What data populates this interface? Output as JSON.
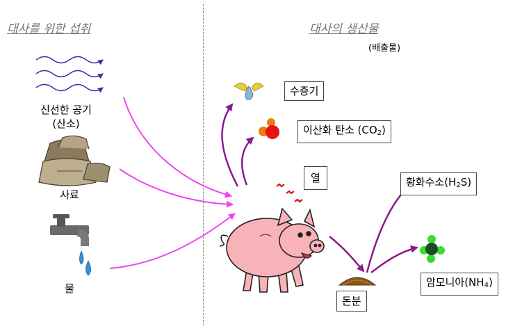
{
  "headings": {
    "left": "대사를 위한 섭취",
    "right": "대사의 생산물",
    "right_sub": "(배출물)"
  },
  "inputs": {
    "air_line1": "신선한 공기",
    "air_line2": "(산소)",
    "feed": "사료",
    "water": "물"
  },
  "outputs": {
    "vapor": "수증기",
    "co2_prefix": "이산화 탄소 (CO",
    "co2_sub": "2",
    "co2_suffix": ")",
    "heat": "열",
    "h2s_prefix": "황화수소(H",
    "h2s_sub": "2",
    "h2s_suffix": "S)",
    "manure": "돈분",
    "nh3_prefix": "암모니아(NH",
    "nh3_sub": "4",
    "nh3_suffix": ")"
  },
  "colors": {
    "input_arrows": "#ee44ee",
    "output_arrows": "#8b1a8b",
    "wind_arrows": "#3333aa",
    "pig": "#f7b3b8",
    "heat_marks": "#dd1111"
  }
}
